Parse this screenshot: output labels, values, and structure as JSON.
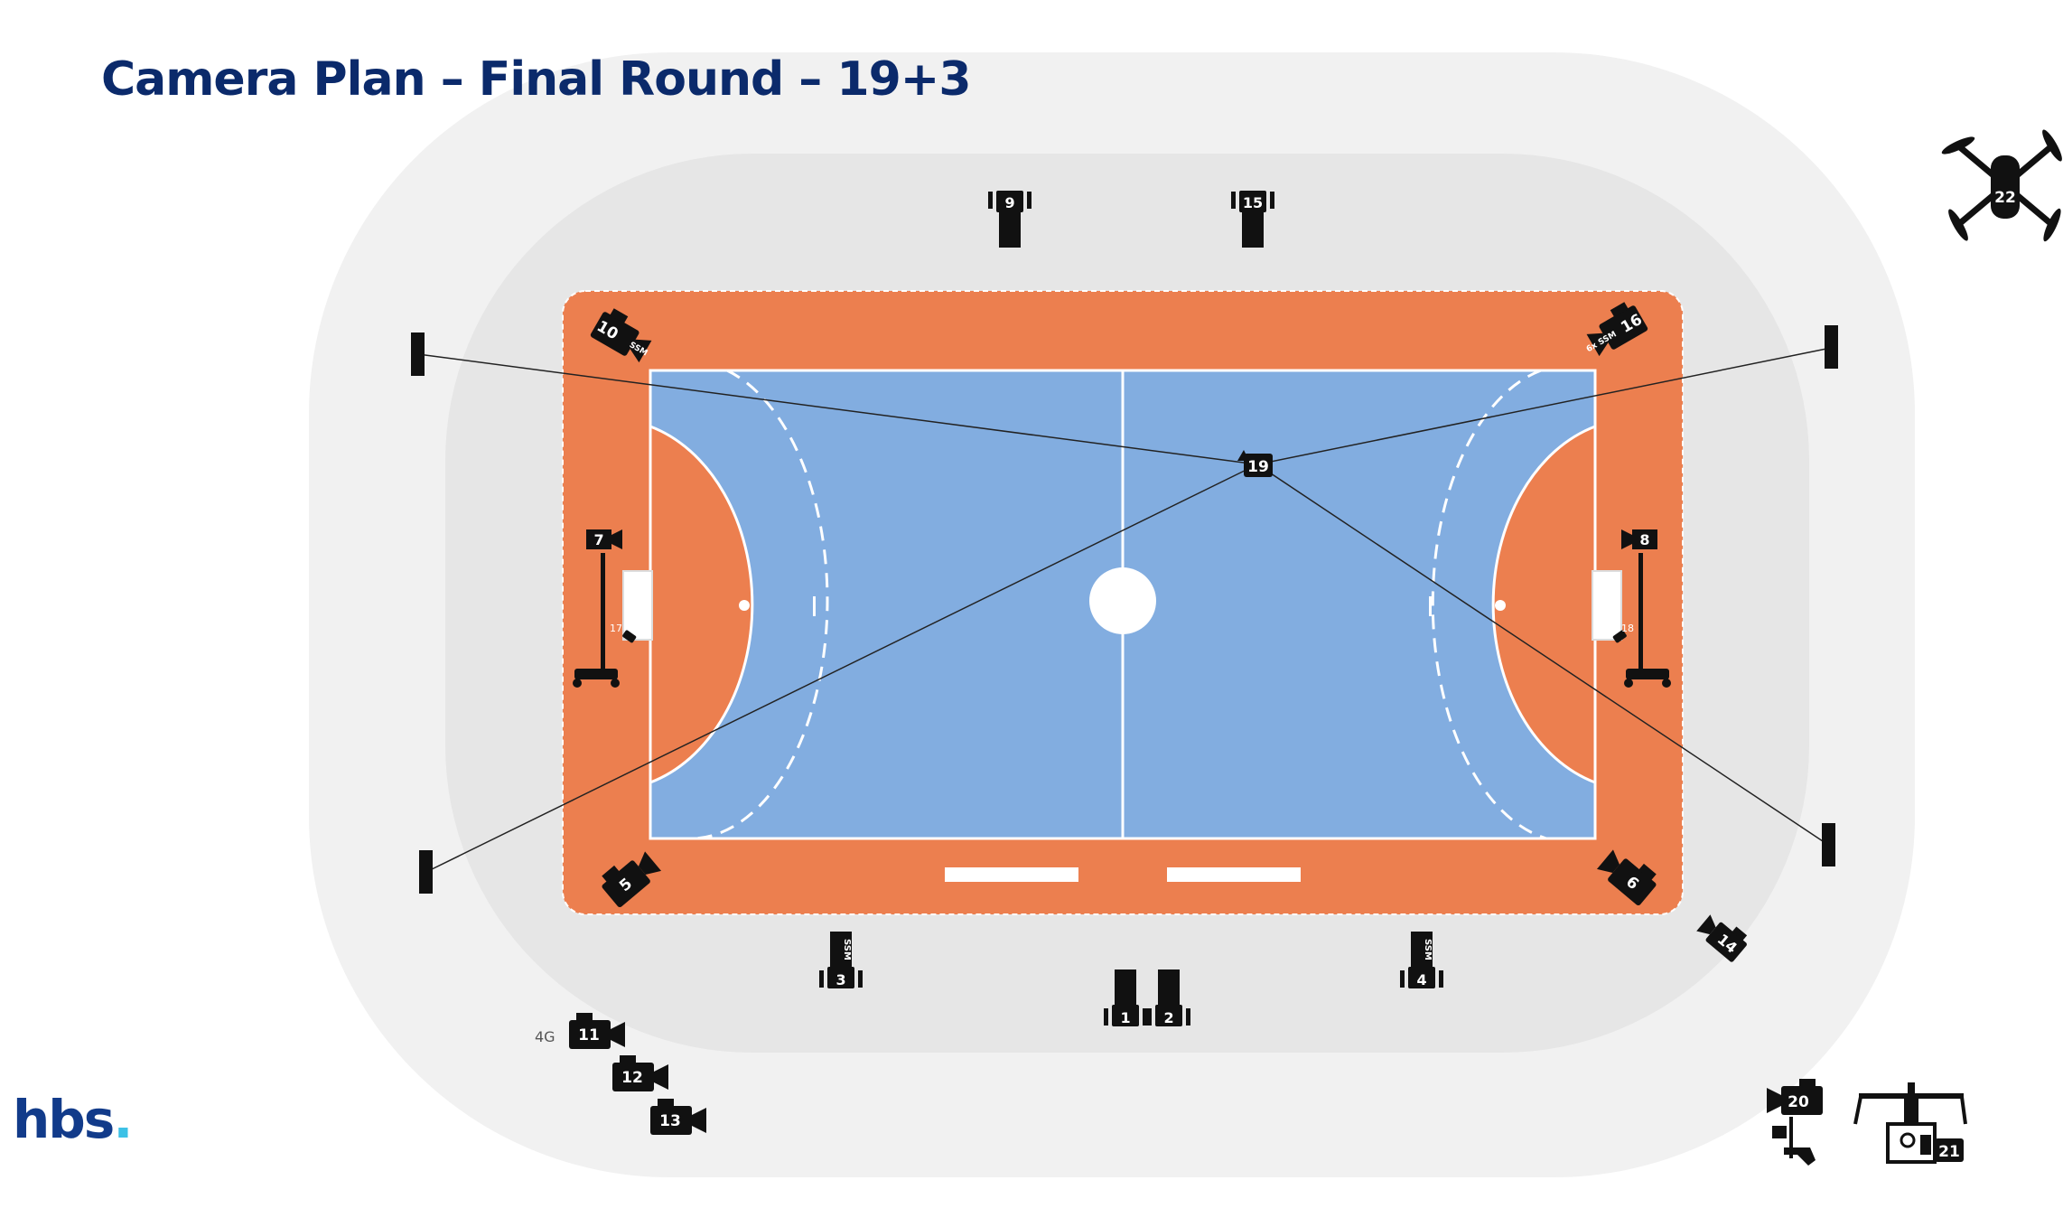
{
  "page": {
    "title": "Camera Plan – Final Round – 19+3"
  },
  "brand": {
    "logo_text": "hbs",
    "logo_dot": ".",
    "logo_dot_color": "#3cc1e6",
    "title_color": "#0b2a6b"
  },
  "colors": {
    "court_surround": "#ec7f4f",
    "court_field": "#82ade0",
    "stands_outer": "#f1f1f1",
    "stands_inner": "#e6e6e6",
    "camera": "#111111"
  },
  "labels": {
    "ssm": "SSM",
    "ssm_6x": "6x SSM",
    "cam17": "17",
    "cam18": "18",
    "signal_4g": "4G"
  },
  "cameras": [
    {
      "id": "1",
      "label": "1",
      "type": "tripod"
    },
    {
      "id": "2",
      "label": "2",
      "type": "tripod"
    },
    {
      "id": "3",
      "label": "3",
      "type": "tripod",
      "note": "SSM"
    },
    {
      "id": "4",
      "label": "4",
      "type": "tripod",
      "note": "SSM"
    },
    {
      "id": "5",
      "label": "5",
      "type": "handheld"
    },
    {
      "id": "6",
      "label": "6",
      "type": "handheld"
    },
    {
      "id": "7",
      "label": "7",
      "type": "crane"
    },
    {
      "id": "8",
      "label": "8",
      "type": "crane"
    },
    {
      "id": "9",
      "label": "9",
      "type": "tripod"
    },
    {
      "id": "10",
      "label": "10",
      "type": "handheld",
      "note": "SSM"
    },
    {
      "id": "11",
      "label": "11",
      "type": "eng",
      "note": "4G"
    },
    {
      "id": "12",
      "label": "12",
      "type": "eng"
    },
    {
      "id": "13",
      "label": "13",
      "type": "eng"
    },
    {
      "id": "14",
      "label": "14",
      "type": "handheld"
    },
    {
      "id": "15",
      "label": "15",
      "type": "tripod"
    },
    {
      "id": "16",
      "label": "16",
      "type": "handheld",
      "note": "6x SSM"
    },
    {
      "id": "17",
      "label": "17",
      "type": "goal-cam"
    },
    {
      "id": "18",
      "label": "18",
      "type": "goal-cam"
    },
    {
      "id": "19",
      "label": "19",
      "type": "spidercam"
    },
    {
      "id": "20",
      "label": "20",
      "type": "steadicam"
    },
    {
      "id": "21",
      "label": "21",
      "type": "jib"
    },
    {
      "id": "22",
      "label": "22",
      "type": "drone"
    }
  ]
}
